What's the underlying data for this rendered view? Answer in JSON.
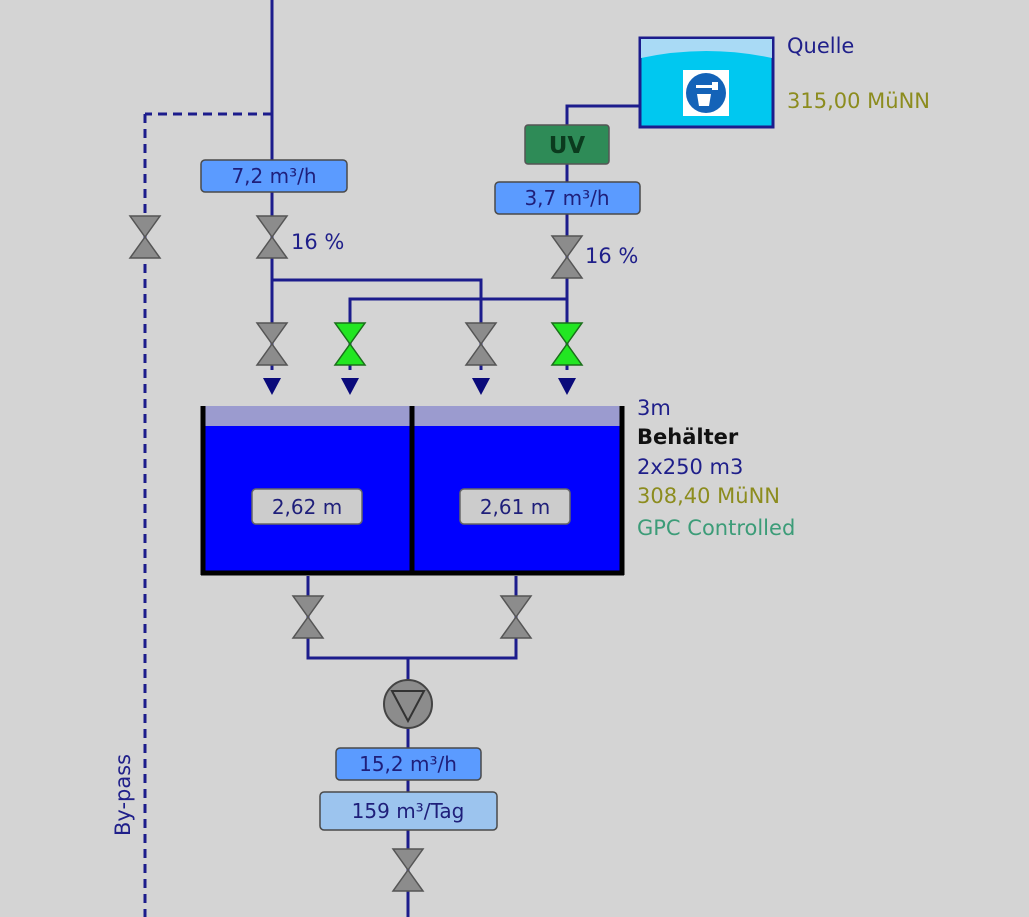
{
  "source": {
    "label": "Quelle",
    "elevation": "315,00 MüNN"
  },
  "uv": {
    "label": "UV"
  },
  "flows": {
    "inlet_left": "7,2 m³/h",
    "inlet_right": "3,7 m³/h",
    "outlet": "15,2 m³/h",
    "outlet_daily": "159 m³/Tag"
  },
  "valves": {
    "left_opening": "16 %",
    "right_opening": "16 %"
  },
  "tank": {
    "height": "3m",
    "title": "Behälter",
    "capacity": "2x250 m3",
    "elevation": "308,40 MüNN",
    "control": "GPC Controlled",
    "chamber_left_level": "2,62 m",
    "chamber_right_level": "2,61 m"
  },
  "bypass": {
    "label": "By-pass"
  },
  "colors": {
    "background": "#d4d4d4",
    "pipe": "#1c1c8c",
    "water": "#0000ff",
    "valve_open": "#22e622",
    "valve_closed": "#8c8c8c",
    "flow_box": "#5b9bff",
    "uv_unit": "#2e8b57"
  }
}
